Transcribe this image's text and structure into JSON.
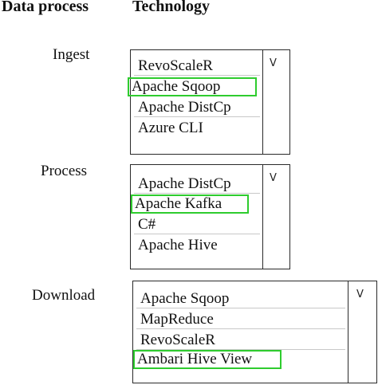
{
  "headers": {
    "data_process": "Data process",
    "technology": "Technology"
  },
  "rows": [
    {
      "label": "Ingest",
      "options": [
        "RevoScaleR",
        "Apache Sqoop",
        "Apache DistCp",
        "Azure CLI"
      ],
      "selected": "Apache Sqoop"
    },
    {
      "label": "Process",
      "options": [
        "Apache DistCp",
        "Apache Kafka",
        "C#",
        "Apache Hive"
      ],
      "selected": "Apache Kafka"
    },
    {
      "label": "Download",
      "options": [
        "Apache Sqoop",
        "MapReduce",
        "RevoScaleR",
        "Ambari Hive View"
      ],
      "selected": "Ambari Hive View"
    }
  ],
  "dropdown_icon": "chevron-down-icon",
  "highlight_color": "#2ecc2e"
}
